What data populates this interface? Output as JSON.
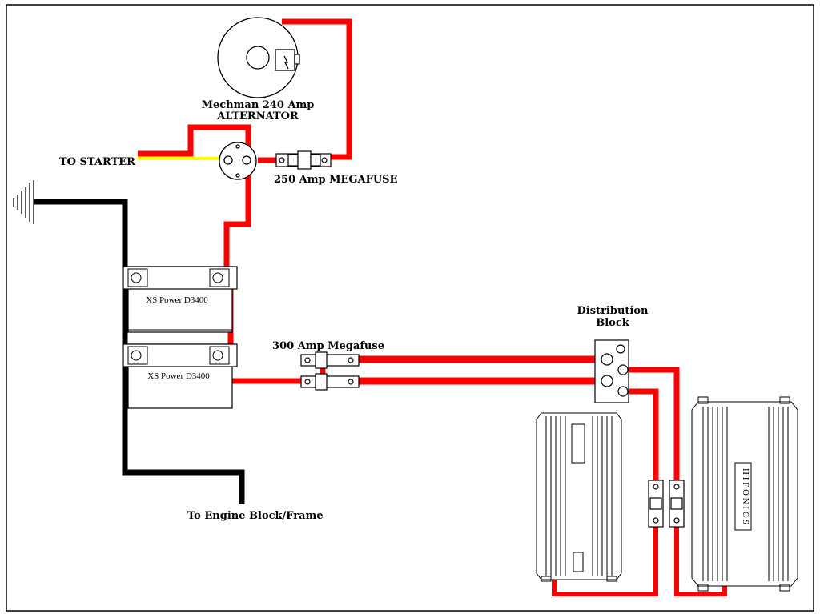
{
  "colors": {
    "power_wire": "#ff0000",
    "ground_wire": "#000000",
    "starter_wire": "#ffff00",
    "component_outline": "#000000",
    "background": "#ffffff"
  },
  "labels": {
    "alternator_line1": "Mechman 240 Amp",
    "alternator_line2": "ALTERNATOR",
    "to_starter": "TO STARTER",
    "megafuse_250": "250 Amp MEGAFUSE",
    "battery_1": "XS Power D3400",
    "battery_2": "XS Power D3400",
    "megafuse_300": "300 Amp Megafuse",
    "distribution_line1": "Distribution",
    "distribution_line2": "Block",
    "engine_ground": "To Engine Block/Frame",
    "amp1_brand": "",
    "amp2_brand": "H I F O N I C S"
  },
  "icons": {
    "ground": "ground-antenna-icon",
    "alternator": "alternator-icon",
    "starter_post": "starter-terminal-icon"
  }
}
